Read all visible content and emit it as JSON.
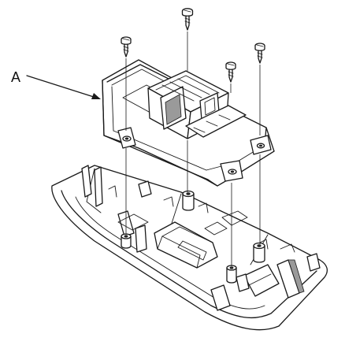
{
  "callout": {
    "letter": "A"
  },
  "colors": {
    "line": "#1a1a1a",
    "background": "#ffffff",
    "shade": "#9a9a9a"
  },
  "parts": [
    "screw-icon",
    "screw-icon",
    "screw-icon",
    "screw-icon",
    "switch-module",
    "trim-panel"
  ]
}
